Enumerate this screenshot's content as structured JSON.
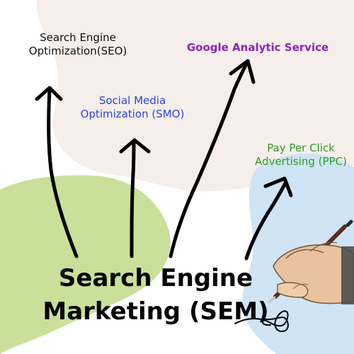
{
  "diagram": {
    "main_topic": {
      "line1": "Search Engine",
      "line2": "Marketing (SEM)"
    },
    "branches": [
      {
        "line1": "Search Engine",
        "line2": "Optimization(SEO)",
        "color": "#111111"
      },
      {
        "line1": "Social Media",
        "line2": "Optimization (SMO)",
        "color": "#2b46d8"
      },
      {
        "line1": "Google Analytic Service",
        "line2": "",
        "color": "#8b25b8"
      },
      {
        "line1": "Pay Per Click",
        "line2": "Advertising (PPC)",
        "color": "#2f9d23"
      }
    ]
  },
  "colors": {
    "blob_pink": "#f6eeea",
    "blob_green": "#c8e09a",
    "blob_blue": "#cfe4f5",
    "arrow": "#000000"
  },
  "icons": {
    "hand": "hand-writing-icon",
    "pen": "pen-icon"
  }
}
